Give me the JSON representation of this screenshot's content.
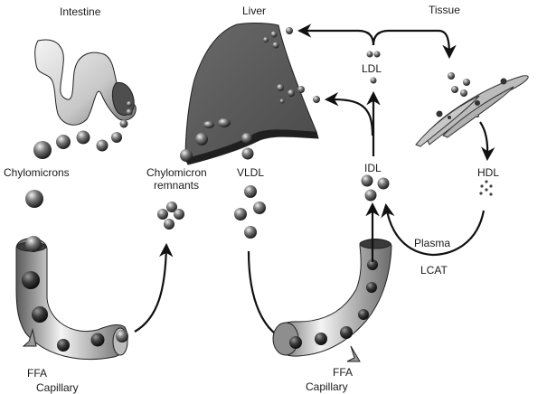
{
  "title": "Lipoprotein metabolism pathway",
  "organs": {
    "intestine": "Intestine",
    "liver": "Liver",
    "tissue": "Tissue"
  },
  "particles": {
    "chylomicrons": "Chylomicrons",
    "chylomicron_remnants_line1": "Chylomicron",
    "chylomicron_remnants_line2": "remnants",
    "vldl": "VLDL",
    "idl": "IDL",
    "ldl": "LDL",
    "hdl": "HDL"
  },
  "labels": {
    "plasma": "Plasma",
    "lcat": "LCAT",
    "ffa_left": "FFA",
    "capillary_left": "Capillary",
    "ffa_right": "FFA",
    "capillary_right": "Capillary"
  },
  "colors": {
    "ink": "#111111",
    "liver_fill": "#5a5a5a",
    "tissue_fill": "#b8b8b8",
    "tube_fill": "#d8d8d8"
  }
}
